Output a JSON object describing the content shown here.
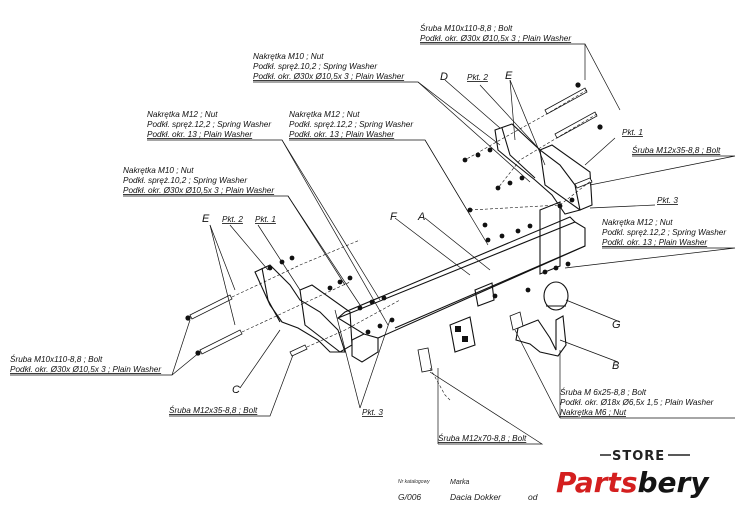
{
  "callouts": {
    "bolt_m10_top": [
      "Śruba M10x110-8,8 ; Bolt",
      "Podkł. okr.  Ø30x Ø10,5x 3 ; Plain Washer"
    ],
    "nut_m10_top": [
      "Nakrętka  M10 ; Nut",
      "Podkł. spręż.10,2 ; Spring Washer",
      "Podkł. okr.  Ø30x Ø10,5x 3 ; Plain Washer"
    ],
    "nut_m12_left": [
      "Nakrętka  M12 ; Nut",
      "Podkł. spręż.12,2 ; Spring Washer",
      "Podkł. okr. 13 ; Plain Washer"
    ],
    "nut_m12_mid": [
      "Nakrętka  M12 ; Nut",
      "Podkł. spręż.12,2 ; Spring Washer",
      "Podkł. okr. 13 ; Plain Washer"
    ],
    "nut_m10_left": [
      "Nakrętka  M10 ; Nut",
      "Podkł. spręż.10,2 ; Spring Washer",
      "Podkł. okr.  Ø30x Ø10,5x 3 ; Plain Washer"
    ],
    "bolt_m12x35_right": "Śruba M12x35-8,8 ;  Bolt",
    "nut_m12_right": [
      "Nakrętka  M12 ; Nut",
      "Podkl. spręż.12,2 ; Spring Washer",
      "Podkl. okr. 13 ; Plain Washer"
    ],
    "bolt_m10_left": [
      "Śruba M10x110-8,8 ;  Bolt",
      "Podkł. okr.  Ø30x Ø10,5x 3 ; Plain Washer"
    ],
    "bolt_m12x35_left": "Śruba M12x35-8,8 ;  Bolt",
    "bolt_m12x70": "Śruba M12x70-8,8 ;  Bolt",
    "bolt_m6": [
      "Śruba M 6x25-8,8 ;  Bolt",
      "Podkł. okr.  Ø18x Ø6,5x 1,5 ; Plain Washer",
      "Nakrętka  M6 ; Nut"
    ]
  },
  "part_refs": {
    "D": "D",
    "E": "E",
    "F": "F",
    "A": "A",
    "B": "B",
    "C": "C",
    "G": "G",
    "pkt1": "Pkt. 1",
    "pkt2": "Pkt. 2",
    "pkt3": "Pkt. 3"
  },
  "footer": {
    "catalog_label": "Nr katalogowy",
    "brand_label": "Marka",
    "catalog_number": "G/006",
    "model": "Dacia Dokker",
    "from_label": "od"
  },
  "logo": {
    "store": "STORE",
    "word_a": "Parts",
    "word_b": "bery",
    "colors": {
      "accent": "#d41f1f",
      "dark": "#141414"
    }
  }
}
